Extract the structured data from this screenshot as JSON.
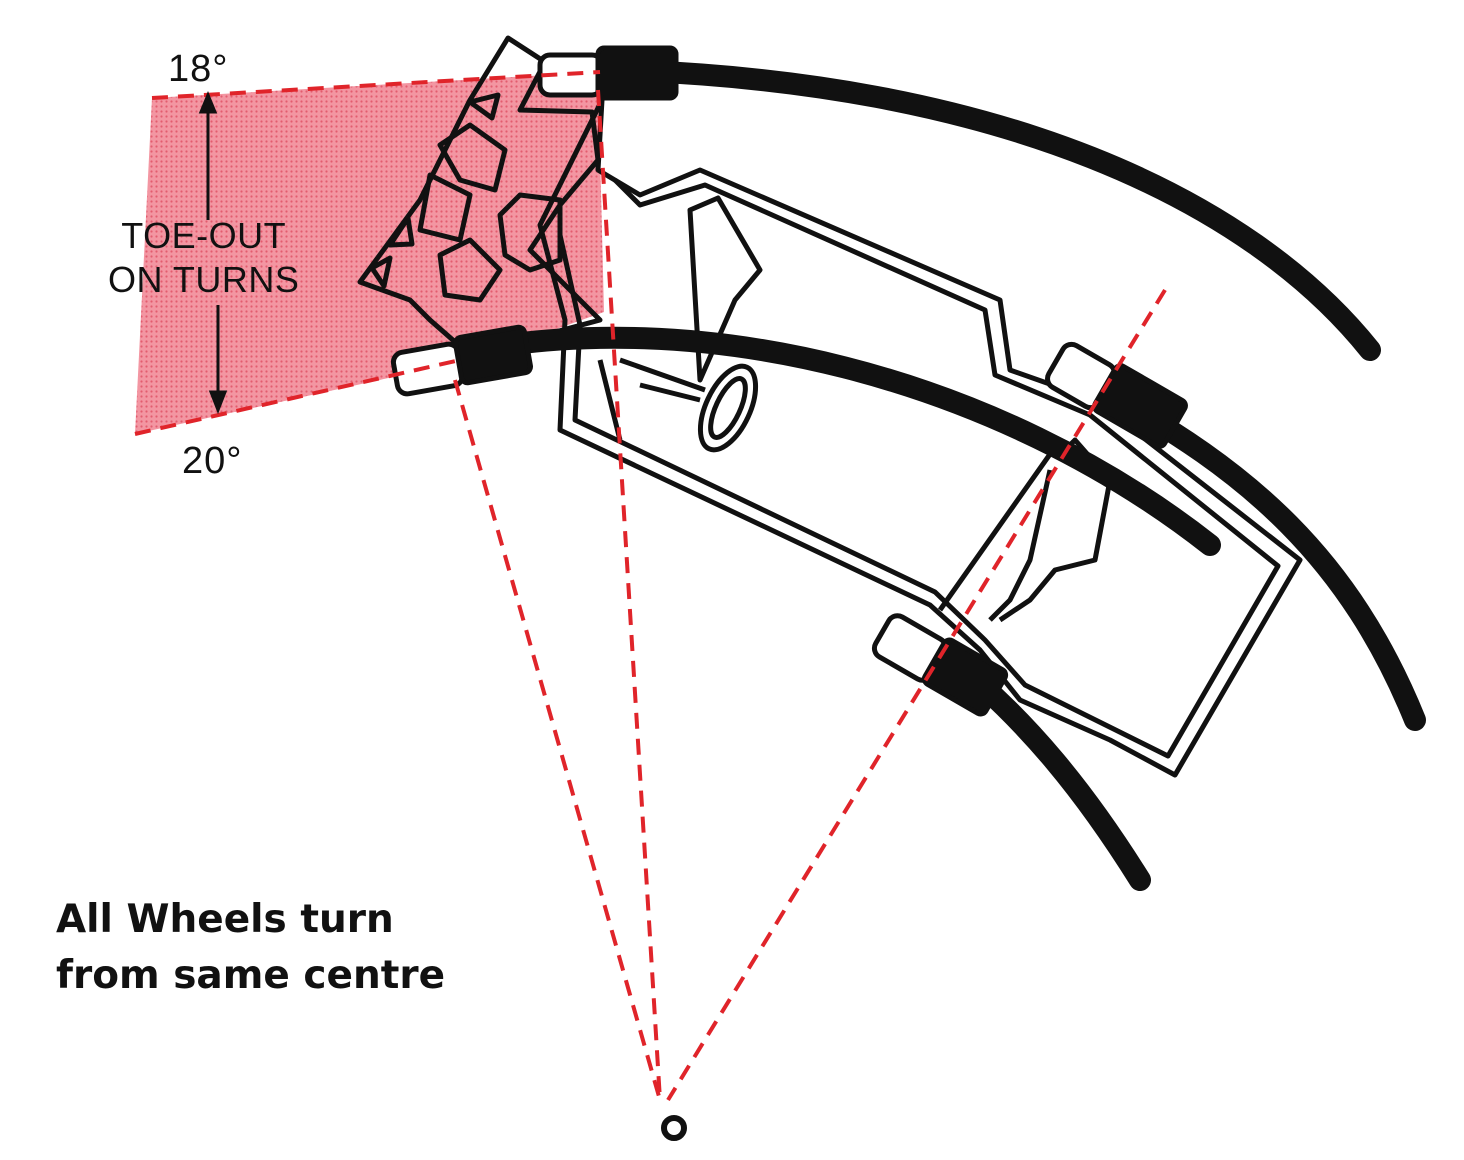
{
  "labels": {
    "angle_top": "18°",
    "angle_bottom": "20°",
    "toe_out_line1": "TOE-OUT",
    "toe_out_line2": "ON TURNS",
    "caption_line1": "All Wheels turn",
    "caption_line2": "from same centre"
  },
  "colors": {
    "red_dash": "#e0242a",
    "shaded_area": "#ee7785",
    "line": "#111111",
    "background": "#ffffff"
  },
  "icons": {
    "turn_centre": "circle-icon",
    "steering_wheel": "steering-wheel-icon"
  }
}
